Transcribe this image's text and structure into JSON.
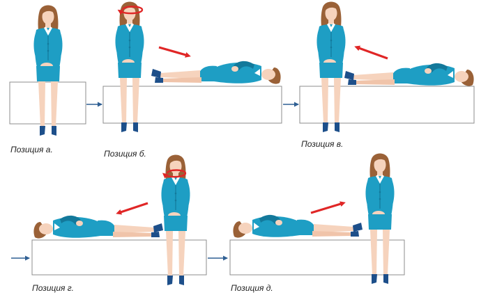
{
  "positions": [
    {
      "id": "a",
      "label": "Позиция а."
    },
    {
      "id": "b",
      "label": "Позиция б."
    },
    {
      "id": "v",
      "label": "Позиция в."
    },
    {
      "id": "g",
      "label": "Позиция г."
    },
    {
      "id": "d",
      "label": "Позиция д."
    }
  ],
  "colors": {
    "outfit": "#1e9ec4",
    "outfit_dark": "#13799b",
    "skin": "#f6d3bd",
    "hair": "#9a6137",
    "shoes": "#1d4f8a",
    "arrow_red": "#e02626",
    "arrow_blue": "#2f5f93",
    "couch_stroke": "#8c8c8c"
  }
}
